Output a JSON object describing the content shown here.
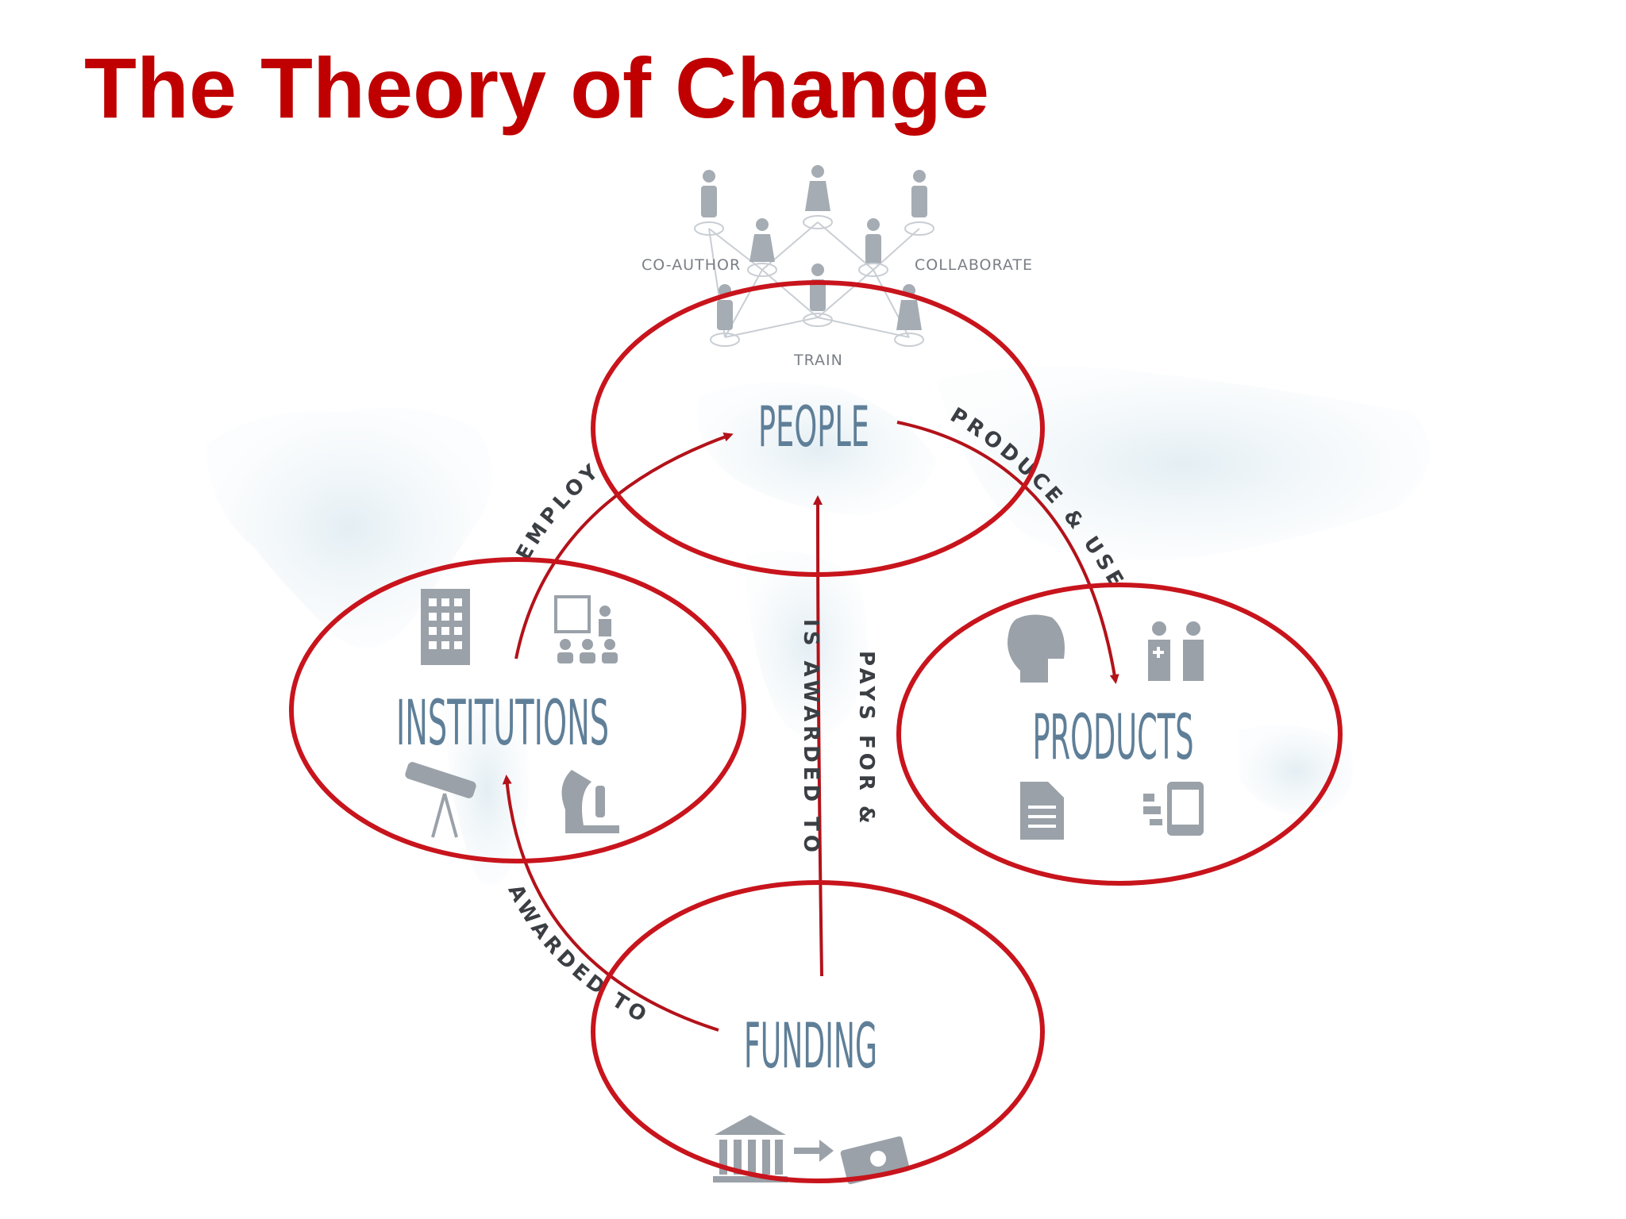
{
  "title": "The Theory of Change",
  "nodes": {
    "people": "PEOPLE",
    "institutions": "INSTITUTIONS",
    "products": "PRODUCTS",
    "funding": "FUNDING"
  },
  "network_labels": {
    "coauthor": "CO-AUTHOR",
    "collaborate": "COLLABORATE",
    "train": "TRAIN"
  },
  "relations": {
    "employ": "EMPLOY",
    "produce_use": "PRODUCE & USE",
    "is_awarded_to": "IS AWARDED TO",
    "pays_for": "PAYS FOR &",
    "awarded_to": "AWARDED TO"
  },
  "colors": {
    "title": "#c00000",
    "ellipse_stroke": "#c8141c",
    "arrow": "#b3121a",
    "node_text": "#5f7f98",
    "icon": "#9aa1a9",
    "map": "#dbe8ee"
  },
  "icons": {
    "institutions": [
      "building-icon",
      "presentation-icon",
      "telescope-icon",
      "microscope-icon"
    ],
    "products": [
      "brain-icon",
      "doctor-patient-icon",
      "document-icon",
      "mobile-data-icon"
    ],
    "funding": [
      "bank-icon",
      "arrow-right-icon",
      "money-icon"
    ]
  }
}
